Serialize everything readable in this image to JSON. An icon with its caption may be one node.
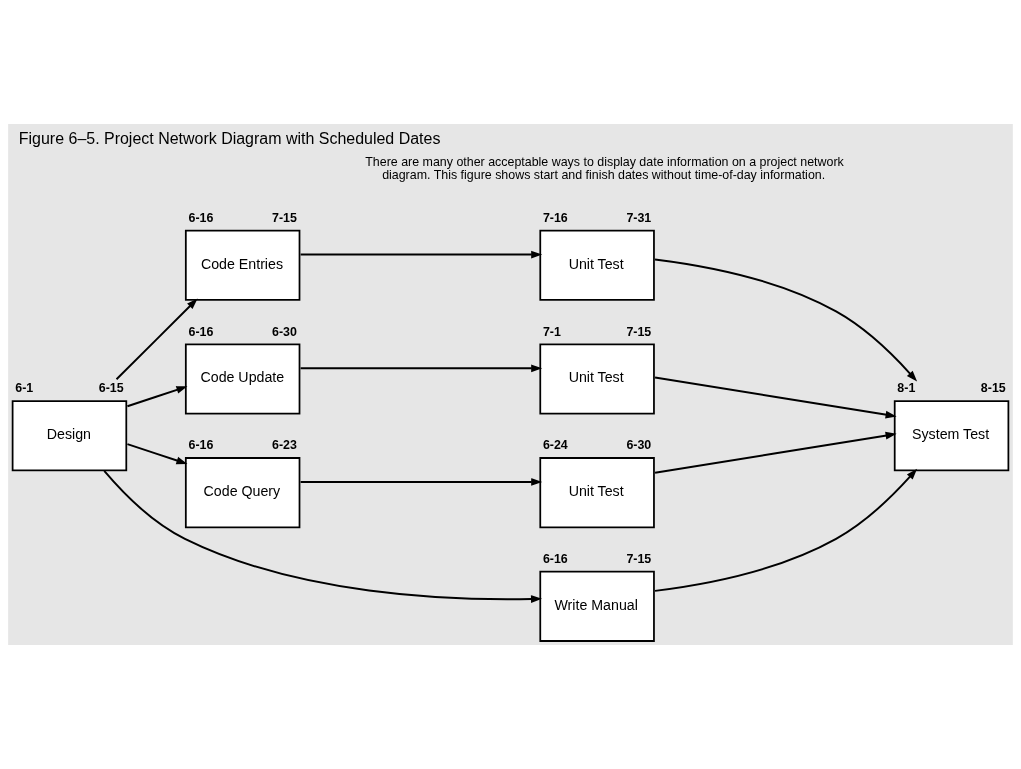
{
  "diagram": {
    "title": "Figure 6–5. Project Network Diagram with Scheduled Dates",
    "caption": "There are many other acceptable ways to display date information on a project network diagram. This figure shows start and finish dates without time-of-day information.",
    "nodes": [
      {
        "text": [
          "Code Entries"
        ],
        "beside": [
          "6-16",
          "7-15"
        ]
      },
      {
        "text": [
          "Unit Test"
        ],
        "beside": [
          "7-16",
          "7-31"
        ]
      },
      {
        "text": [
          "Design"
        ],
        "beside": [
          "6-1",
          "6-15"
        ]
      },
      {
        "text": [
          "Code Update"
        ],
        "beside": [
          "6-16",
          "6-30"
        ]
      },
      {
        "text": [
          "Unit Test"
        ],
        "beside": [
          "7-1",
          "7-15"
        ]
      },
      {
        "text": [
          "System Test"
        ],
        "beside": [
          "8-1",
          "8-15"
        ]
      },
      {
        "text": [
          "Code Query"
        ],
        "beside": [
          "6-16",
          "6-23"
        ]
      },
      {
        "text": [
          "Unit Test"
        ],
        "beside": [
          "6-24",
          "6-30"
        ]
      },
      {
        "text": [
          "Write Manual"
        ],
        "beside": [
          "6-16",
          "7-15"
        ]
      }
    ],
    "edges": [
      {
        "from": 2,
        "to": 0,
        "arrow": "to"
      },
      {
        "from": 2,
        "to": 3,
        "arrow": "to"
      },
      {
        "from": 2,
        "to": 6,
        "arrow": "to"
      },
      {
        "from": 2,
        "to": 8,
        "arrow": "to"
      },
      {
        "from": 0,
        "to": 1,
        "arrow": "to"
      },
      {
        "from": 3,
        "to": 4,
        "arrow": "to"
      },
      {
        "from": 6,
        "to": 7,
        "arrow": "to"
      },
      {
        "from": 1,
        "to": 5,
        "arrow": "to"
      },
      {
        "from": 4,
        "to": 5,
        "arrow": "to"
      },
      {
        "from": 7,
        "to": 5,
        "arrow": "to"
      },
      {
        "from": 8,
        "to": 5,
        "arrow": "to"
      }
    ]
  }
}
